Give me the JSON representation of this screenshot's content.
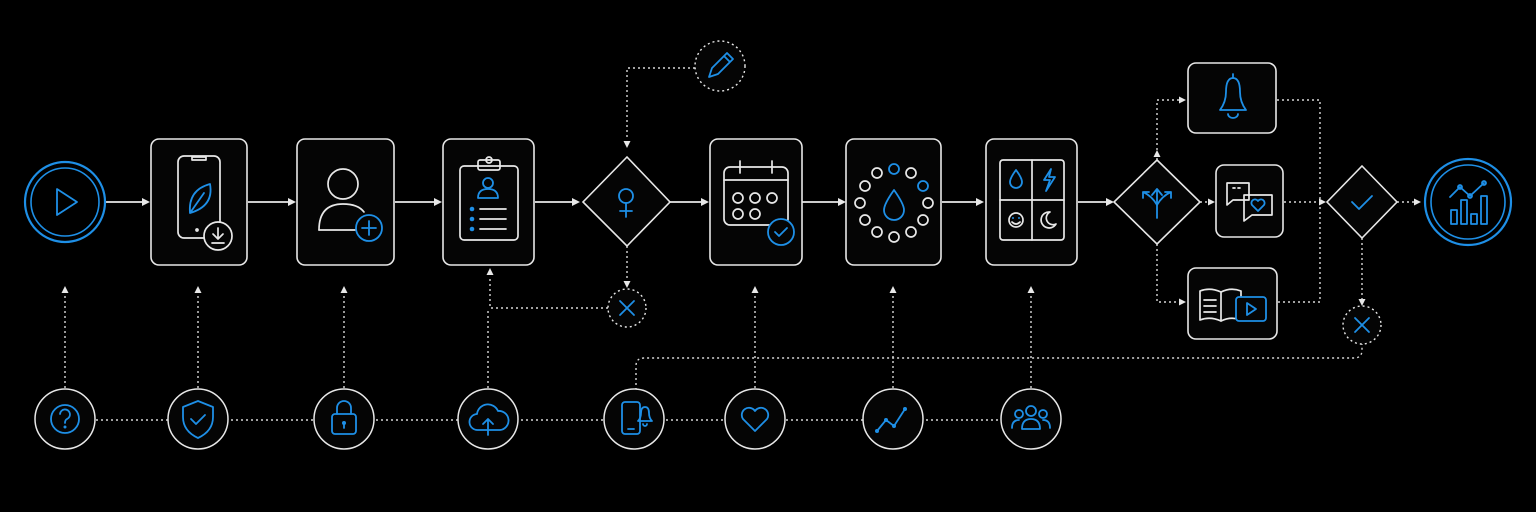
{
  "diagram": {
    "background": "#000000",
    "accent_color": "#1e8fe6",
    "line_color": "#e8e8e8",
    "main_flow": [
      {
        "id": "start",
        "icon": "play-icon"
      },
      {
        "id": "download-app",
        "icon": "phone-leaf-download-icon"
      },
      {
        "id": "create-profile",
        "icon": "user-add-icon"
      },
      {
        "id": "questionnaire",
        "icon": "clipboard-profile-icon"
      },
      {
        "id": "gender-decision",
        "icon": "female-symbol-icon"
      },
      {
        "id": "calendar-confirm",
        "icon": "calendar-check-icon"
      },
      {
        "id": "cycle-tracking",
        "icon": "cycle-drop-icon"
      },
      {
        "id": "symptom-log",
        "icon": "symptom-grid-icon"
      },
      {
        "id": "route-decision",
        "icon": "split-arrows-icon"
      },
      {
        "id": "notification",
        "icon": "bell-icon"
      },
      {
        "id": "chat-support",
        "icon": "chat-heart-icon"
      },
      {
        "id": "education",
        "icon": "book-video-icon"
      },
      {
        "id": "confirm-decision",
        "icon": "check-icon"
      },
      {
        "id": "insights-end",
        "icon": "analytics-chart-icon"
      }
    ],
    "side_nodes": [
      {
        "id": "edit",
        "icon": "pencil-icon"
      },
      {
        "id": "reject-1",
        "icon": "close-icon"
      },
      {
        "id": "reject-2",
        "icon": "close-icon"
      }
    ],
    "support_nodes": [
      {
        "id": "help",
        "icon": "question-icon"
      },
      {
        "id": "privacy",
        "icon": "shield-check-icon"
      },
      {
        "id": "security",
        "icon": "lock-icon"
      },
      {
        "id": "cloud-sync",
        "icon": "cloud-upload-icon"
      },
      {
        "id": "reminders",
        "icon": "phone-bell-icon"
      },
      {
        "id": "health",
        "icon": "heart-icon"
      },
      {
        "id": "trends",
        "icon": "trend-line-icon"
      },
      {
        "id": "community",
        "icon": "group-icon"
      }
    ]
  }
}
